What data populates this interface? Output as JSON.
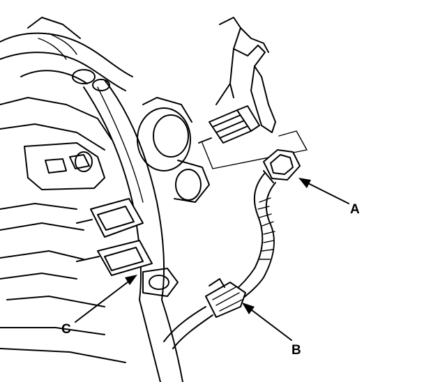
{
  "callouts": [
    {
      "id": "A",
      "text": "A"
    },
    {
      "id": "B",
      "text": "B"
    },
    {
      "id": "C",
      "text": "C"
    }
  ],
  "colors": {
    "line": "#000000",
    "background": "#ffffff"
  }
}
